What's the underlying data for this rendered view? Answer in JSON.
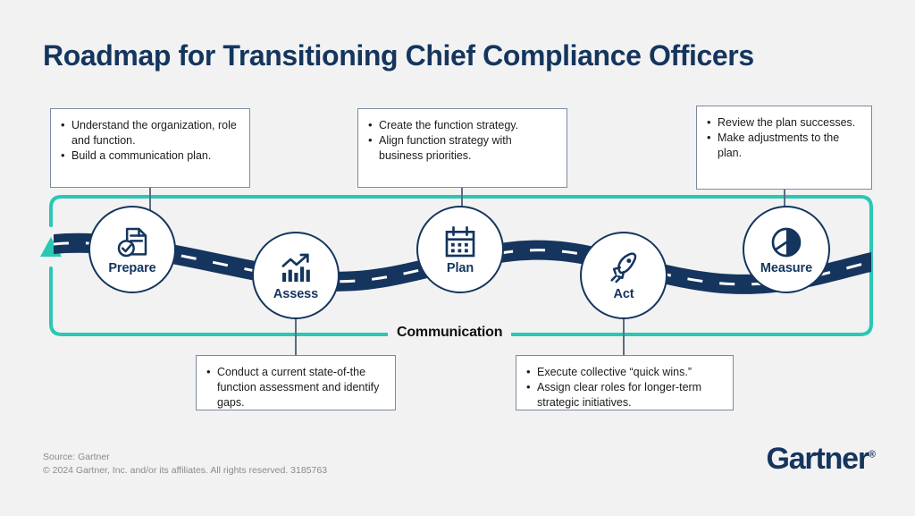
{
  "title": "Roadmap for Transitioning Chief Compliance Officers",
  "loop_label": "Communication",
  "colors": {
    "navy": "#14355e",
    "road": "#15355e",
    "teal": "#2ac7b4",
    "background": "#f2f2f2",
    "box_border": "#7b8aa3",
    "leader_line": "#5b6b86",
    "source_text": "#8b8b8b"
  },
  "stages": [
    {
      "id": "prepare",
      "label": "Prepare",
      "icon": "document-check-icon"
    },
    {
      "id": "assess",
      "label": "Assess",
      "icon": "bar-chart-trend-icon"
    },
    {
      "id": "plan",
      "label": "Plan",
      "icon": "calendar-icon"
    },
    {
      "id": "act",
      "label": "Act",
      "icon": "rocket-icon"
    },
    {
      "id": "measure",
      "label": "Measure",
      "icon": "pie-chart-icon"
    }
  ],
  "callouts": {
    "prepare": {
      "items": [
        "Understand the organization, role and function.",
        "Build a communication plan."
      ]
    },
    "assess": {
      "items": [
        "Conduct a current state-of-the function assessment and identify gaps."
      ]
    },
    "plan": {
      "items": [
        "Create the function strategy.",
        "Align function strategy with business priorities."
      ]
    },
    "act": {
      "items": [
        "Execute collective “quick wins.”",
        "Assign clear roles for longer-term strategic initiatives."
      ]
    },
    "measure": {
      "items": [
        "Review the plan successes.",
        "Make adjustments to the plan."
      ]
    }
  },
  "footer": {
    "source": "Source: Gartner",
    "copyright": "© 2024 Gartner, Inc. and/or its affiliates. All rights reserved. 3185763",
    "logo": "Gartner",
    "logo_mark": "®"
  }
}
